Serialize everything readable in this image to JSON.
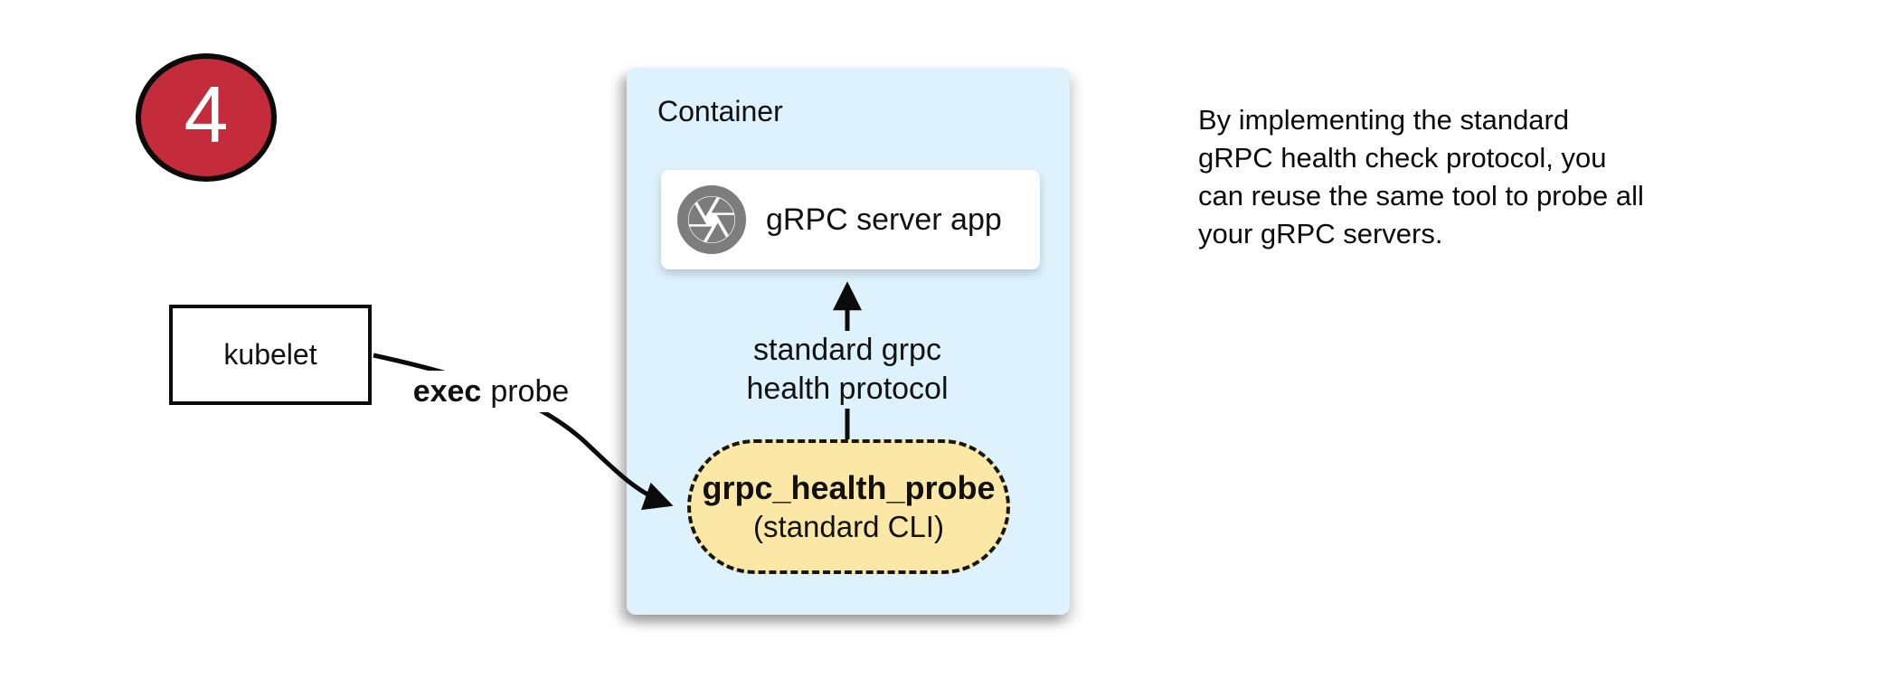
{
  "step_badge": {
    "number": "4"
  },
  "kubelet": {
    "label": "kubelet"
  },
  "exec_probe_label": {
    "bold": "exec",
    "rest": "probe"
  },
  "container": {
    "title": "Container",
    "server_card": {
      "label": "gRPC server app",
      "icon": "aperture-icon"
    },
    "probe_capsule": {
      "title": "grpc_health_probe",
      "subtitle": "(standard CLI)"
    }
  },
  "arrow_label": {
    "line1": "standard grpc",
    "line2": "health protocol"
  },
  "note": {
    "lines": [
      "By implementing the standard",
      "gRPC health check protocol, you",
      "can reuse the same tool to probe all",
      "your gRPC servers."
    ]
  },
  "colors": {
    "badge_red": "#C42B3B",
    "container_blue": "#DDF2FC",
    "capsule_yellow": "#FBE8A6",
    "icon_gray": "#7D7D7D"
  }
}
